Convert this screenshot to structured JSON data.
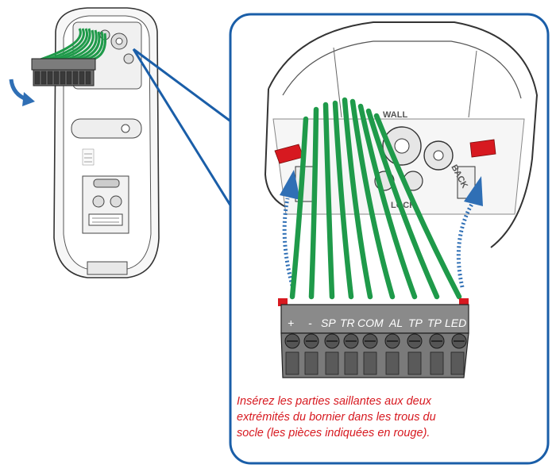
{
  "housing_markings": {
    "wall": "WALL",
    "back": "BACK",
    "lock": "LOCK"
  },
  "terminal_labels": [
    "+",
    "-",
    "SP",
    "TR",
    "COM",
    "AL",
    "TP",
    "TP",
    "LED"
  ],
  "caption": {
    "line1": "Insérez les parties saillantes aux deux",
    "line2": "extrémités du bornier dans les trous du",
    "line3": "socle (les pièces indiquées en rouge)."
  },
  "colors": {
    "wire": "#1f9a4a",
    "highlight_red": "#d71920",
    "callout_blue": "#1a5ea8",
    "arrow_blue": "#2f6fb5",
    "terminal_body": "#8a8a8a"
  }
}
